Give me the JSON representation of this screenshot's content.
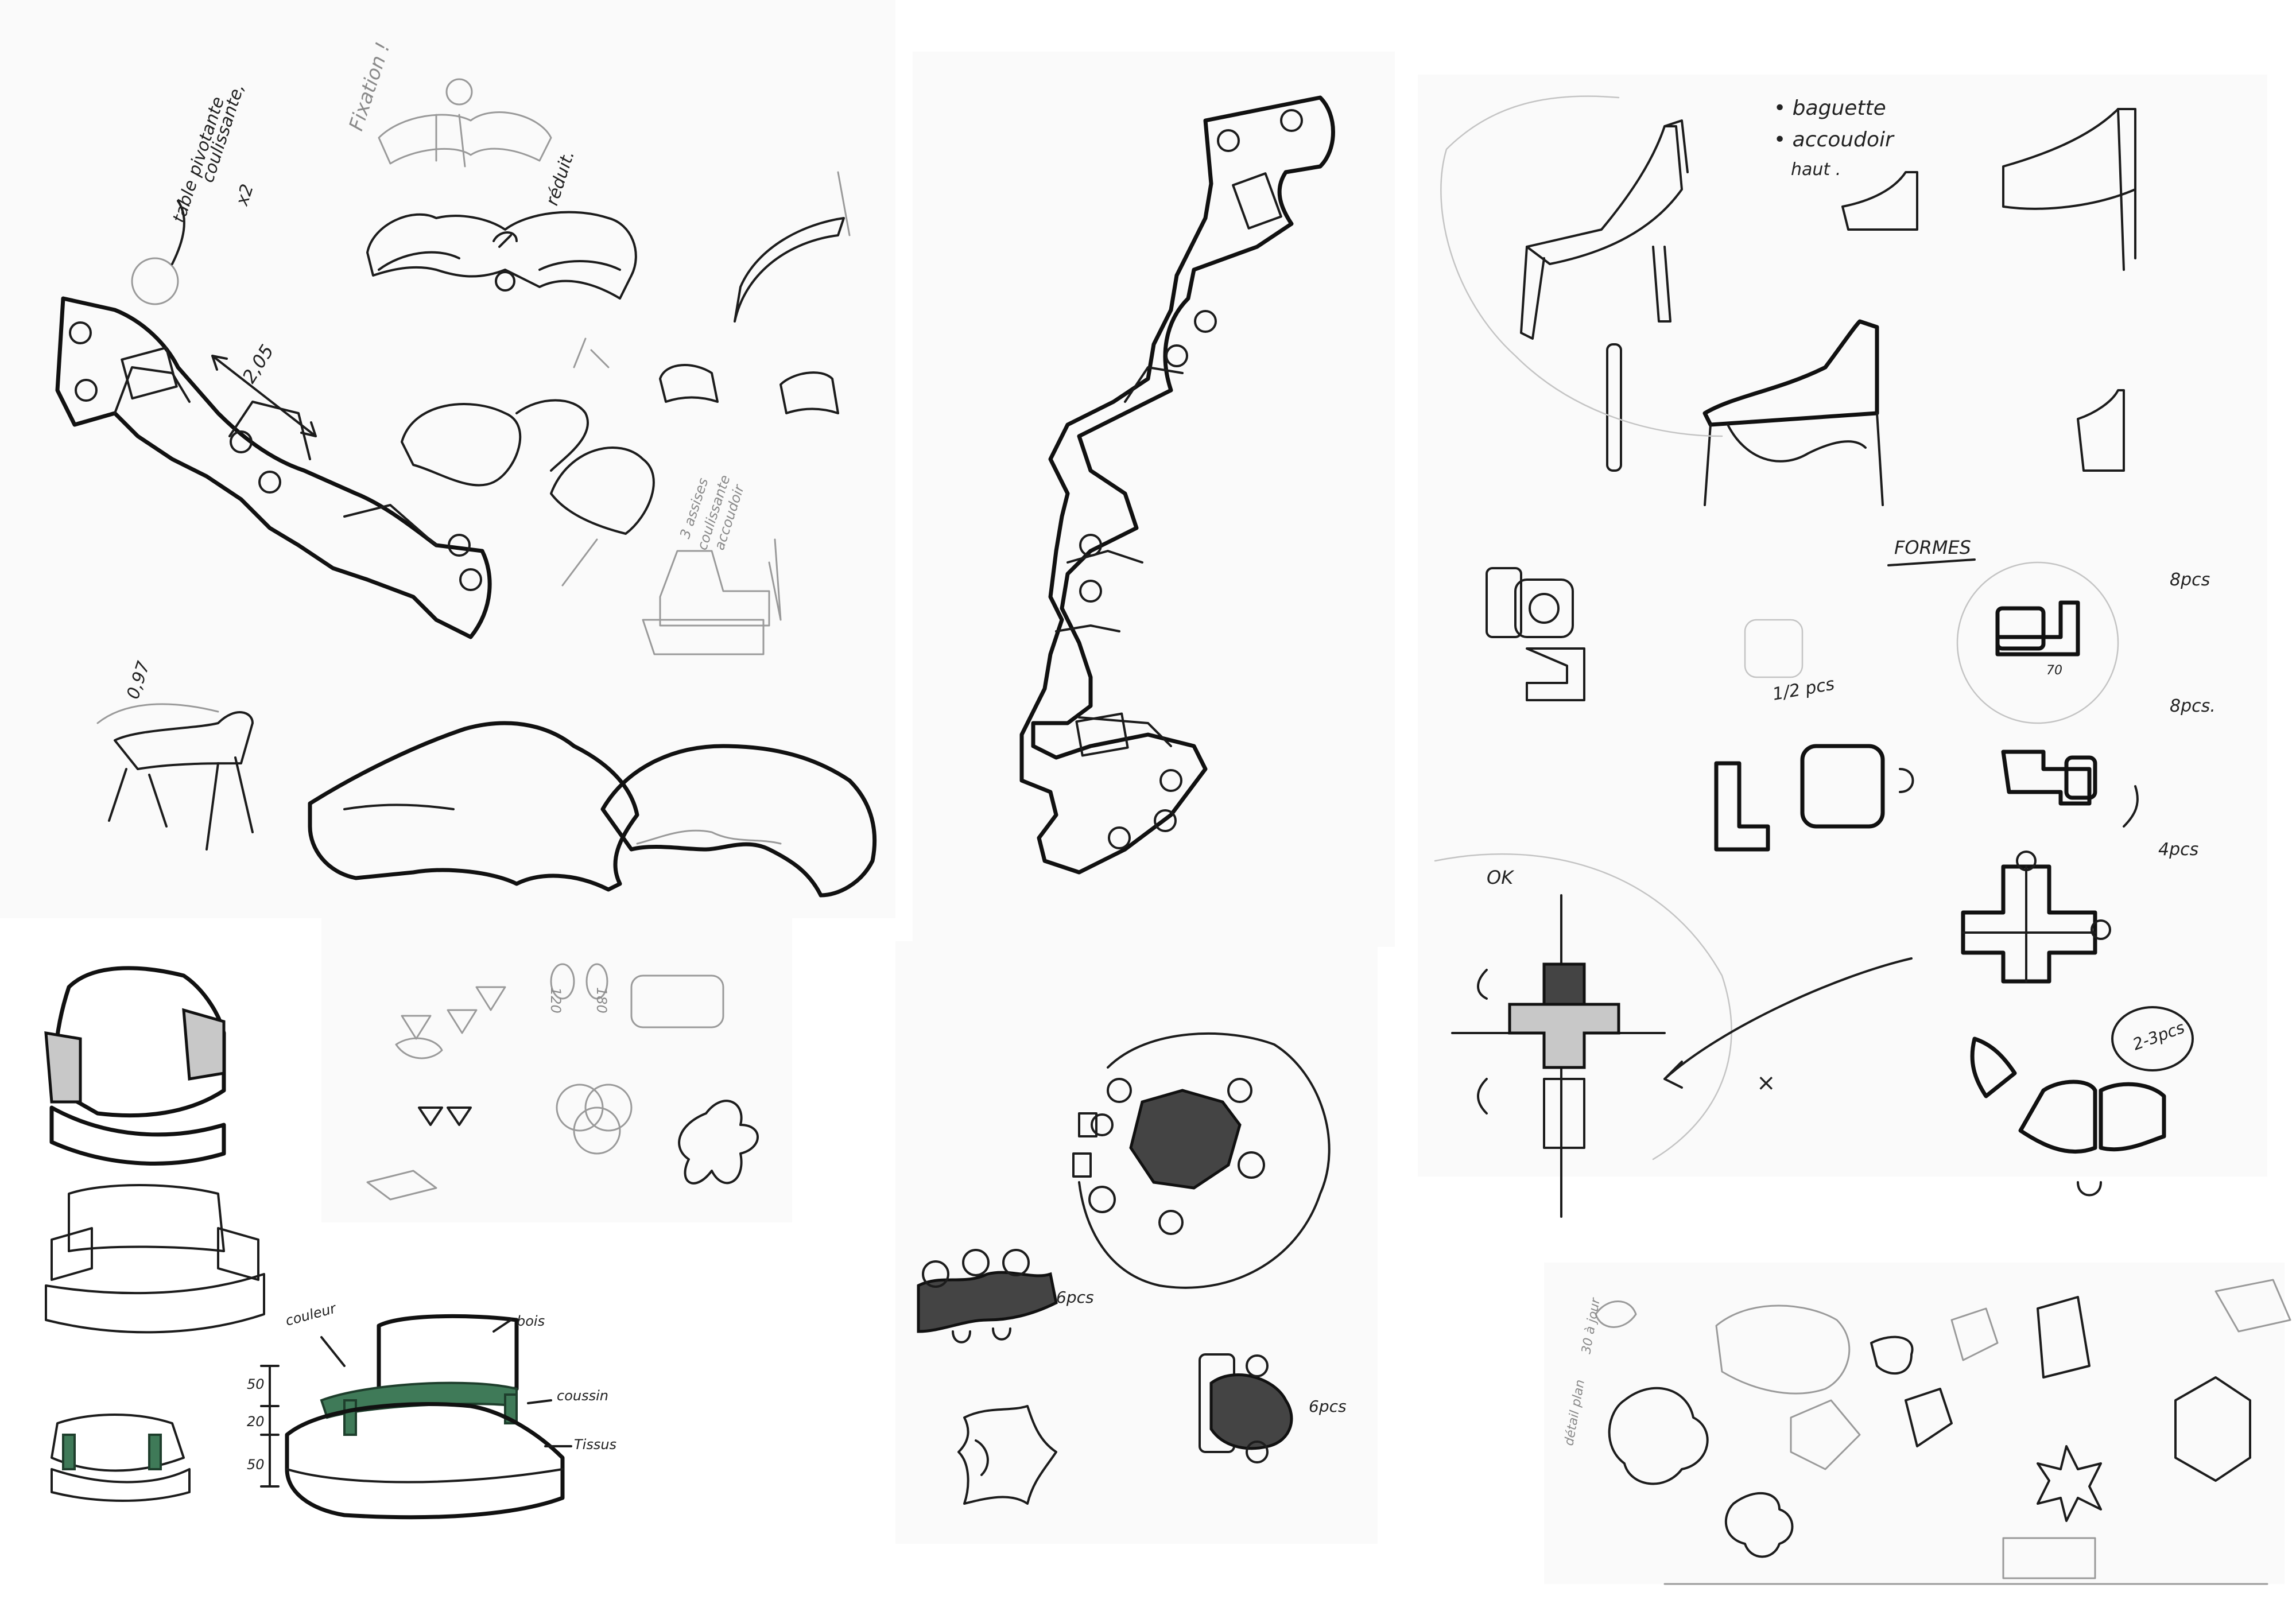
{
  "annotations": {
    "fixation": "Fixation !",
    "table_pivotante": "table pivotante",
    "coulissante": "coulissante,",
    "x2": "x2",
    "reduit": "réduit.",
    "dim_205": "2,05",
    "dim_097": "0,97",
    "trois_assises": "3 assises",
    "coulissantes": "coulissante",
    "accoudoir_small": "accoudoir",
    "baguette": "• baguette",
    "accoudoir": "• accoudoir",
    "haut": "haut .",
    "formes": "FORMES",
    "pcs_8_a": "8pcs",
    "pcs_8_b": "8pcs.",
    "pcs_4": "4pcs",
    "pcs_2_3": "2-3pcs",
    "half_pcs": "1/2 pcs",
    "ok": "OK",
    "seventy": "70",
    "couleur": "couleur",
    "bois": "bois",
    "coussin": "coussin",
    "tissus": "Tissus",
    "d50a": "50",
    "d20": "20",
    "d50b": "50",
    "pcs_6_a": "6pcs",
    "pcs_6_b": "6pcs",
    "n180": "180",
    "n120": "120",
    "x_mark": "×",
    "detail_plan": "détail plan",
    "sur_jour": "30 à jour"
  },
  "colors": {
    "ink": "#1c1c1c",
    "pencil": "#9a9a9a",
    "accent_green": "#3f7a58"
  }
}
